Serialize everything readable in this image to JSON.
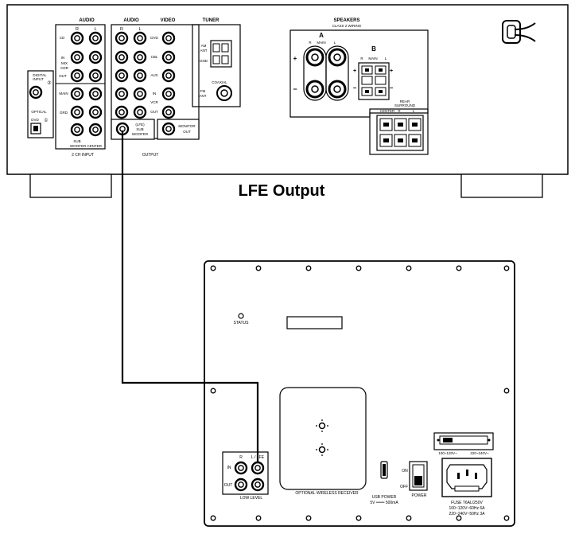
{
  "title": "LFE Output",
  "receiver": {
    "audio_left": "AUDIO",
    "audio_mid": "AUDIO",
    "video": "VIDEO",
    "tuner": "TUNER",
    "speakers": "SPEAKERS",
    "class2": "CLASS 2 WIRING",
    "r1": "R",
    "l1": "L",
    "r2": "R",
    "l2": "L",
    "cd": "CD",
    "in": "IN",
    "mix": "MIX",
    "cdr": "CDR",
    "out": "OUT",
    "digital": "DIGITAL",
    "input": "INPUT",
    "optical": "OPTICAL",
    "dvd_opt": "DVD",
    "main": "MAIN",
    "grd": "GRD",
    "sub": "SUB",
    "woofer_center": "WOOFER CENTER",
    "two_ch": "2 CH INPUT",
    "output": "OUTPUT",
    "dvd": "DVD",
    "cbl": "CBL",
    "aux": "AUX",
    "vcr_in": "IN",
    "vcr": "VCR",
    "vcr_out": "OUT",
    "lfe1": "(LFE)",
    "lfe2": "SUB",
    "lfe3": "WOOFER",
    "monitor1": "MONITOR",
    "monitor2": "OUT",
    "am": "AM",
    "ant": "ANT",
    "gnd": "GND",
    "coaxial": "COAXIAL",
    "fm": "FM",
    "fm_ant": "ANT",
    "spk_a": "A",
    "spk_a_r": "R",
    "spk_a_main": "MAIN",
    "spk_a_l": "L",
    "spk_b": "B",
    "spk_b_r": "R",
    "spk_b_main": "MAIN",
    "spk_b_l": "L",
    "rear": "REAR",
    "surround": "SURROUND",
    "center": "CENTER",
    "rs_r": "R",
    "rs_l": "L",
    "plus": "+",
    "minus": "−"
  },
  "subwoofer": {
    "status": "STATUS",
    "r": "R",
    "l_lfe": "L / LFE",
    "in": "IN",
    "out": "OUT",
    "low_level": "LOW LEVEL",
    "wireless": "OPTIONAL WIRELESS RECEIVER",
    "usb1": "USB POWER",
    "usb2": "5V ═══ 500mA",
    "on": "ON",
    "off": "OFF",
    "power": "POWER",
    "v1": "100~120V~",
    "v2": "220~240V~",
    "fuse1": "FUSE T6AL/250V",
    "fuse2": "100~120V~60Hz 6A",
    "fuse3": "220~240V~50Hz 3A"
  }
}
